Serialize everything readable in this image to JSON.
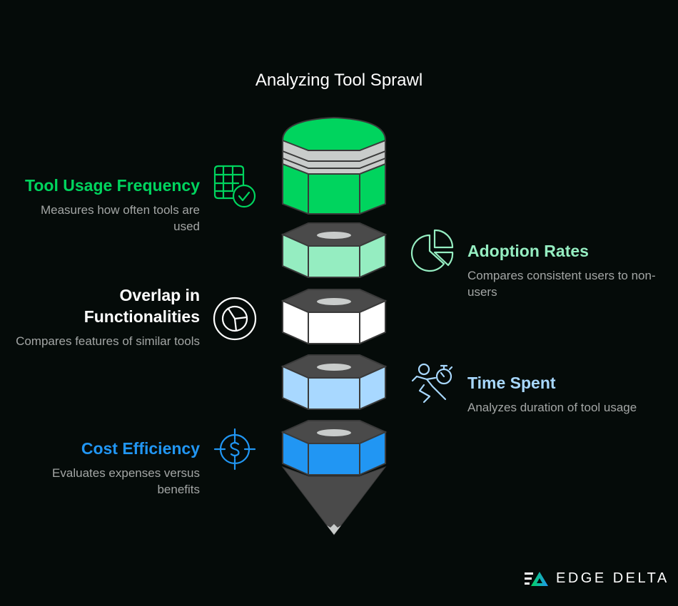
{
  "title": "Analyzing Tool Sprawl",
  "items": [
    {
      "heading": "Tool Usage Frequency",
      "description": "Measures how often tools are used",
      "color": "#00d45e",
      "icon": "table-check-icon",
      "side": "left"
    },
    {
      "heading": "Adoption Rates",
      "description": "Compares consistent users to non-users",
      "color": "#95edc1",
      "icon": "pie-chart-icon",
      "side": "right"
    },
    {
      "heading": "Overlap in Functionalities",
      "description": "Compares features of similar tools",
      "color": "#ffffff",
      "icon": "circle-pie-icon",
      "side": "left"
    },
    {
      "heading": "Time Spent",
      "description": "Analyzes duration of tool usage",
      "color": "#a8d8ff",
      "icon": "runner-stopwatch-icon",
      "side": "right"
    },
    {
      "heading": "Cost Efficiency",
      "description": "Evaluates expenses versus benefits",
      "color": "#2196f3",
      "icon": "dollar-target-icon",
      "side": "left"
    }
  ],
  "segment_colors": [
    "#00d45e",
    "#95edc1",
    "#ffffff",
    "#a8d8ff",
    "#2196f3"
  ],
  "logo": {
    "text": "EDGE DELTA"
  }
}
